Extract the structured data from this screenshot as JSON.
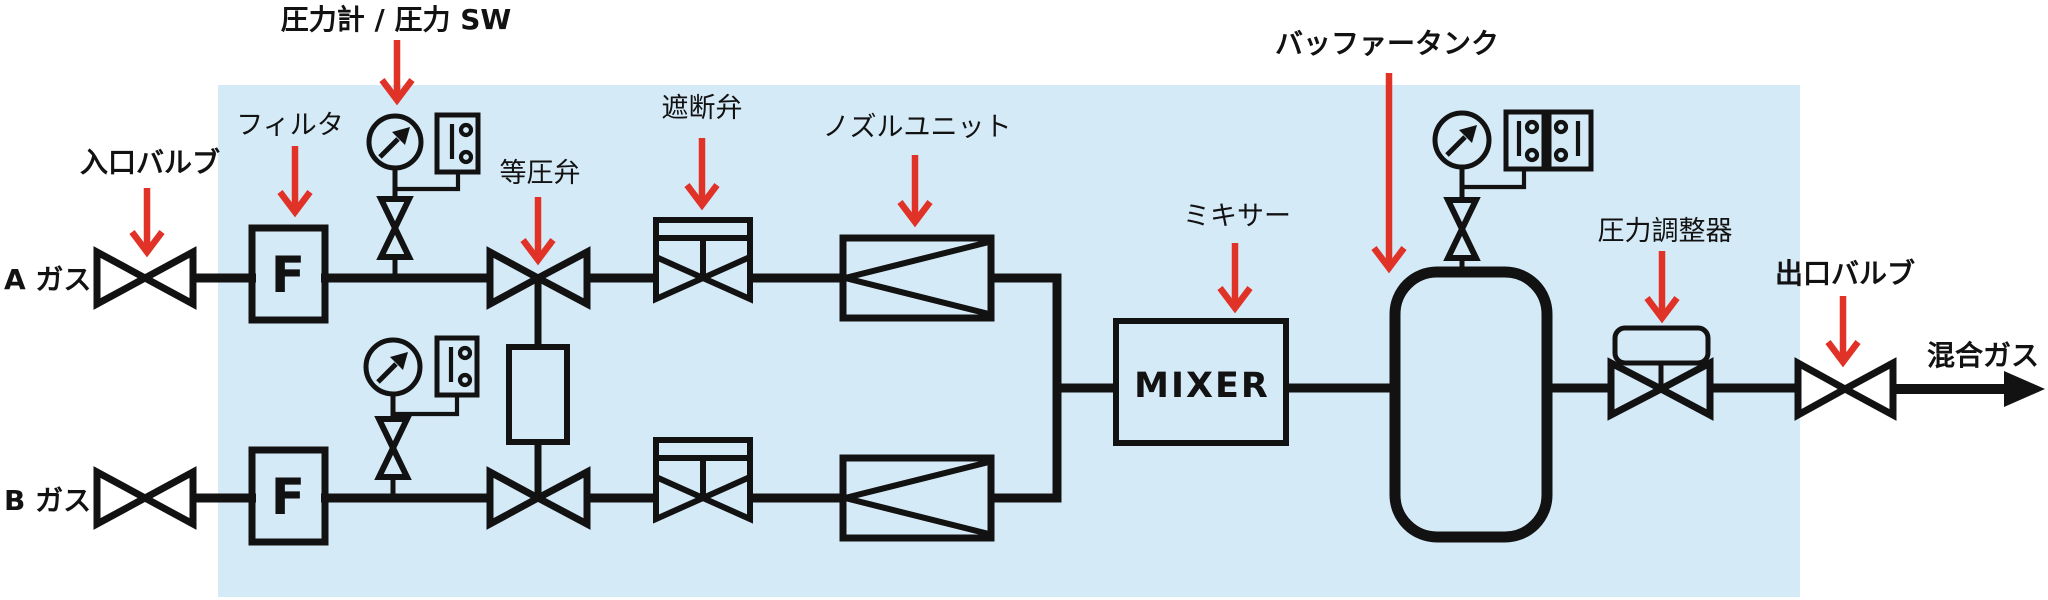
{
  "labels": {
    "gauge_sw": "圧力計 / 圧力 SW",
    "filter": "フィルタ",
    "inlet_valve": "入口バルブ",
    "gas_a": "A ガス",
    "gas_b": "B ガス",
    "eq_valve": "等圧弁",
    "shutoff_valve": "遮断弁",
    "nozzle_unit": "ノズルユニット",
    "mixer_jp": "ミキサー",
    "mixer_box": "MIXER",
    "buffer_tank": "バッファータンク",
    "regulator": "圧力調整器",
    "outlet_valve": "出口バルブ",
    "mixed_gas": "混合ガス",
    "filter_symbol": "F"
  },
  "colors": {
    "panel": "#d5eaf7",
    "line": "#121212",
    "arrow": "#e03227",
    "background": "#ffffff"
  }
}
